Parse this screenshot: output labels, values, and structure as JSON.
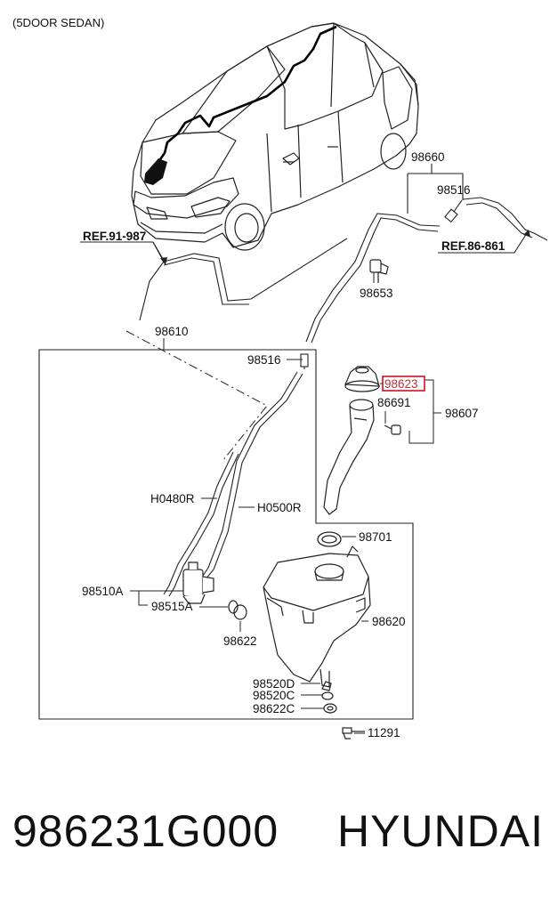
{
  "header": {
    "variant": "(5DOOR SEDAN)"
  },
  "references": {
    "ref_left": "REF.91-987",
    "ref_right": "REF.86-861"
  },
  "labels": {
    "l98660": "98660",
    "l98516_top": "98516",
    "l98653": "98653",
    "l98610": "98610",
    "l98516_mid": "98516",
    "l98623": "98623",
    "l86691": "86691",
    "l98607": "98607",
    "lH0480R": "H0480R",
    "lH0500R": "H0500R",
    "l98701": "98701",
    "l98510A": "98510A",
    "l98515A": "98515A",
    "l98620": "98620",
    "l98622_left": "98622",
    "l98520D": "98520D",
    "l98520C": "98520C",
    "l98622C": "98622C",
    "l11291": "11291"
  },
  "footer": {
    "part_number": "986231G000",
    "brand": "HYUNDAI"
  },
  "colors": {
    "highlight": "#c0303a",
    "line": "#222222"
  }
}
